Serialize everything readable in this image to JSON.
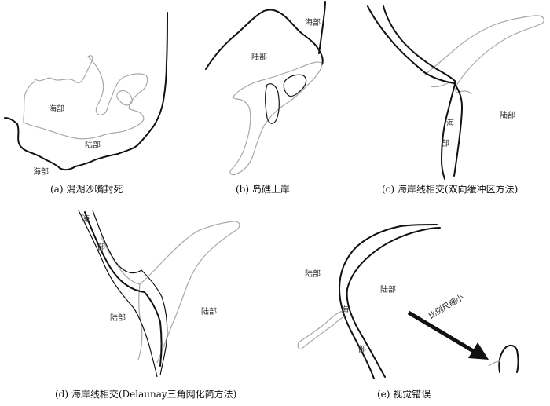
{
  "panels": {
    "a": {
      "caption": "(a) 潟湖沙嘴封死",
      "labels": [
        "海部",
        "陆部",
        "海部"
      ]
    },
    "b": {
      "caption": "(b) 岛礁上岸",
      "labels": [
        "海部",
        "陆部"
      ]
    },
    "c": {
      "caption": "(c) 海岸线相交(双向缓冲区方法)",
      "labels": [
        "海",
        "部",
        "陆部"
      ]
    },
    "d": {
      "caption": "(d) 海岸线相交(Delaunay三角网化简方法)",
      "labels": [
        "海",
        "部",
        "陆部",
        "陆部"
      ]
    },
    "e": {
      "caption": "(e) 视觉错误",
      "labels": [
        "陆部",
        "陆部",
        "海",
        "部"
      ],
      "arrow_label": "比例尺缩小"
    }
  }
}
